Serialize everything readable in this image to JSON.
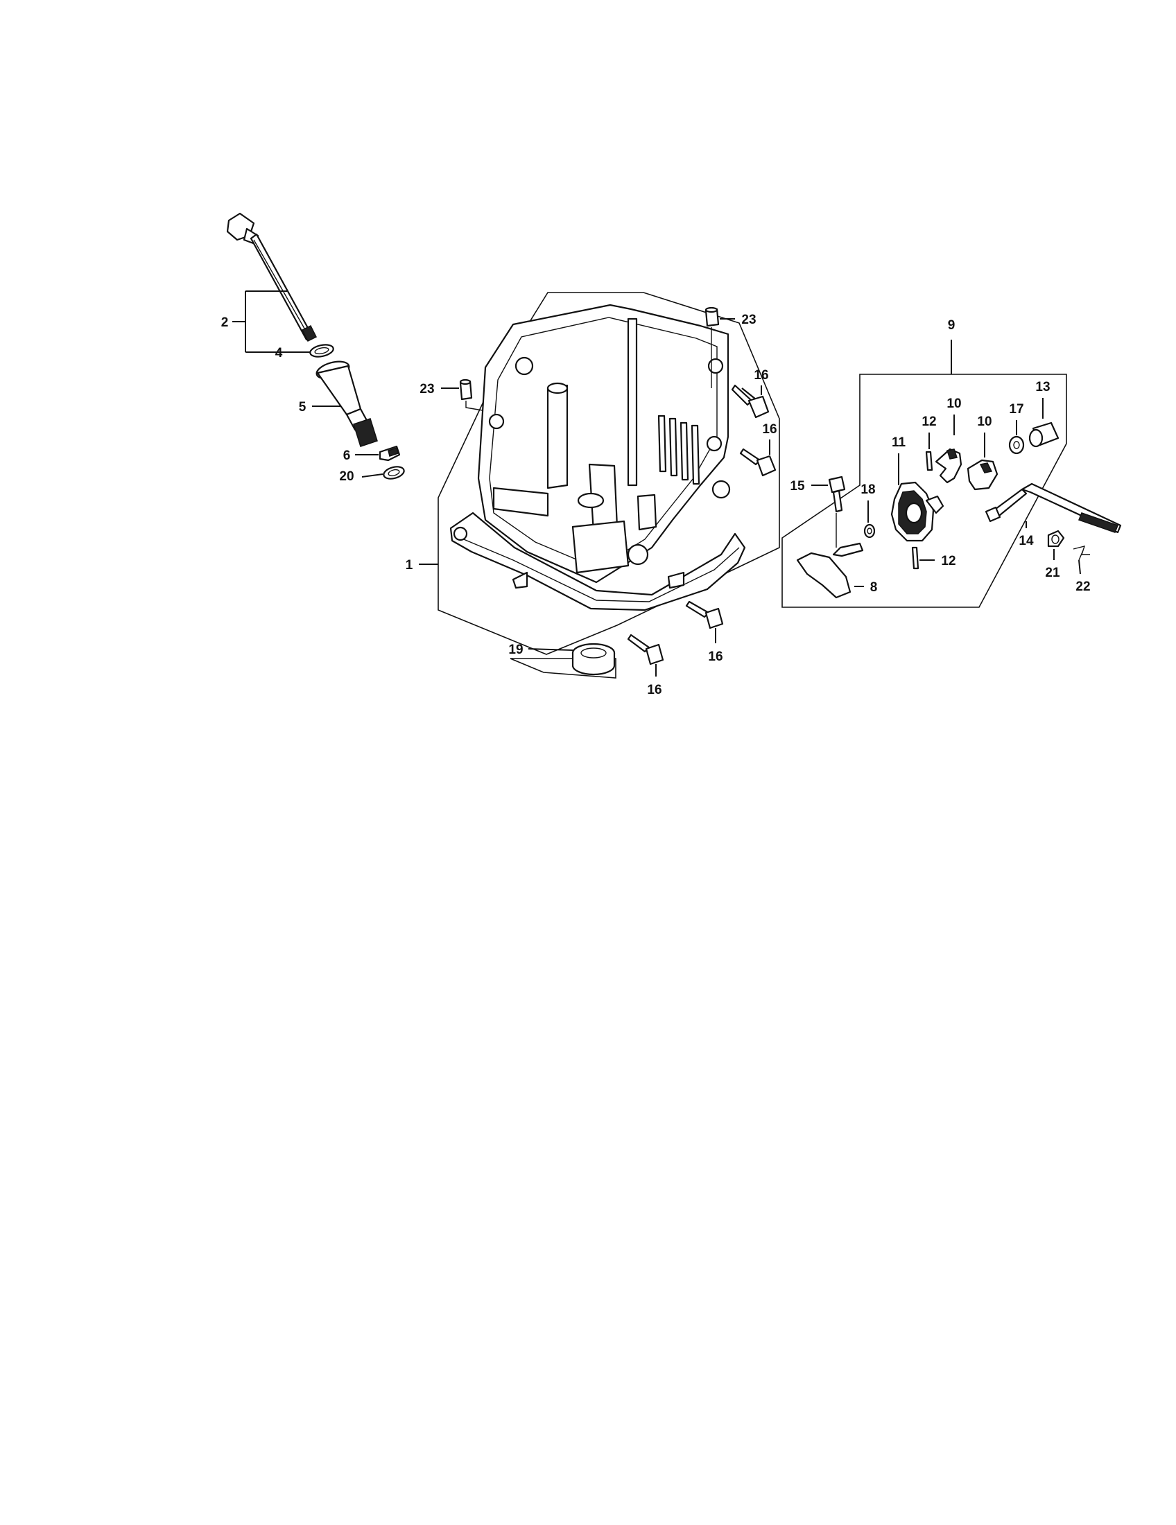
{
  "callouts": {
    "c1": "1",
    "c2": "2",
    "c4": "4",
    "c5": "5",
    "c6": "6",
    "c8": "8",
    "c9": "9",
    "c10a": "10",
    "c10b": "10",
    "c11": "11",
    "c12a": "12",
    "c12b": "12",
    "c13": "13",
    "c14": "14",
    "c15": "15",
    "c16a": "16",
    "c16b": "16",
    "c16c": "16",
    "c16d": "16",
    "c17": "17",
    "c18": "18",
    "c19": "19",
    "c20": "20",
    "c21": "21",
    "c22": "22",
    "c23a": "23",
    "c23b": "23"
  }
}
